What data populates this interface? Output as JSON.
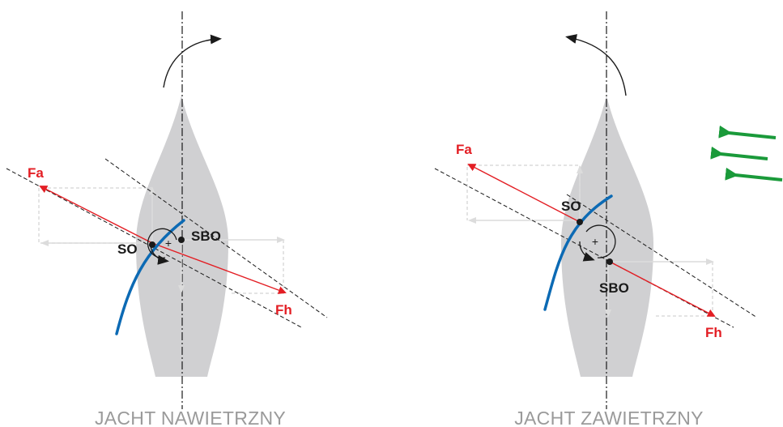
{
  "left": {
    "caption": "JACHT NAWIETRZNY",
    "labels": {
      "fa": "Fa",
      "fh": "Fh",
      "so": "SO",
      "sbo": "SBO",
      "plus": "+"
    }
  },
  "right": {
    "caption": "JACHT ZAWIETRZNY",
    "labels": {
      "fa": "Fa",
      "fh": "Fh",
      "so": "SO",
      "sbo": "SBO",
      "plus": "+"
    }
  },
  "colors": {
    "hull": "#d0d0d2",
    "force": "#e31e24",
    "sail": "#0c6ab4",
    "wind": "#1a9a3a",
    "component": "#d6d6d6",
    "line": "#1a1a1a"
  },
  "icons": {
    "rotation_left": "clockwise-arrow-icon",
    "rotation_right": "counterclockwise-arrow-icon",
    "wind": "wind-arrows-icon"
  }
}
